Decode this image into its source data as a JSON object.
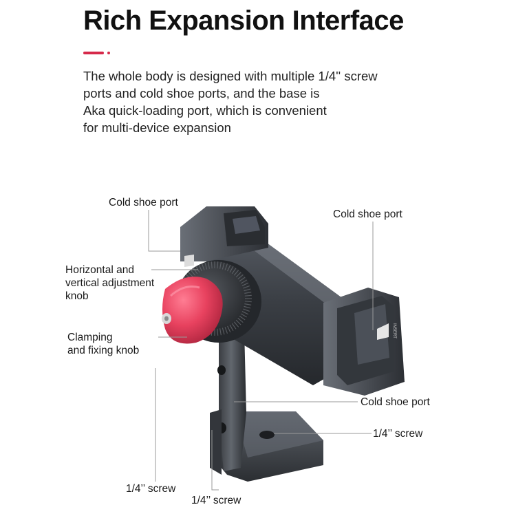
{
  "title": "Rich Expansion Interface",
  "description_lines": [
    "The whole body is designed with multiple 1/4'' screw",
    "ports and cold shoe ports, and the base is",
    "Aka quick-loading port, which is convenient",
    "for multi-device expansion"
  ],
  "labels": {
    "cold_shoe_top": "Cold shoe port",
    "cold_shoe_right": "Cold shoe port",
    "adjust_knob_lines": [
      "Horizontal and",
      "vertical adjustment",
      "knob"
    ],
    "clamp_knob_lines": [
      "Clamping",
      "and fixing knob"
    ],
    "cold_shoe_bottom": "Cold shoe port",
    "screw_right": "1/4’’ screw",
    "screw_bottom_left": "1/4’’ screw",
    "screw_bottom": "1/4’’ screw"
  },
  "engraving": "INSERT",
  "colors": {
    "accent": "#d6294a",
    "knob": "#e8425f",
    "metal_dark": "#2e3136",
    "metal_mid": "#4a4e55",
    "metal_light": "#6d727a"
  }
}
